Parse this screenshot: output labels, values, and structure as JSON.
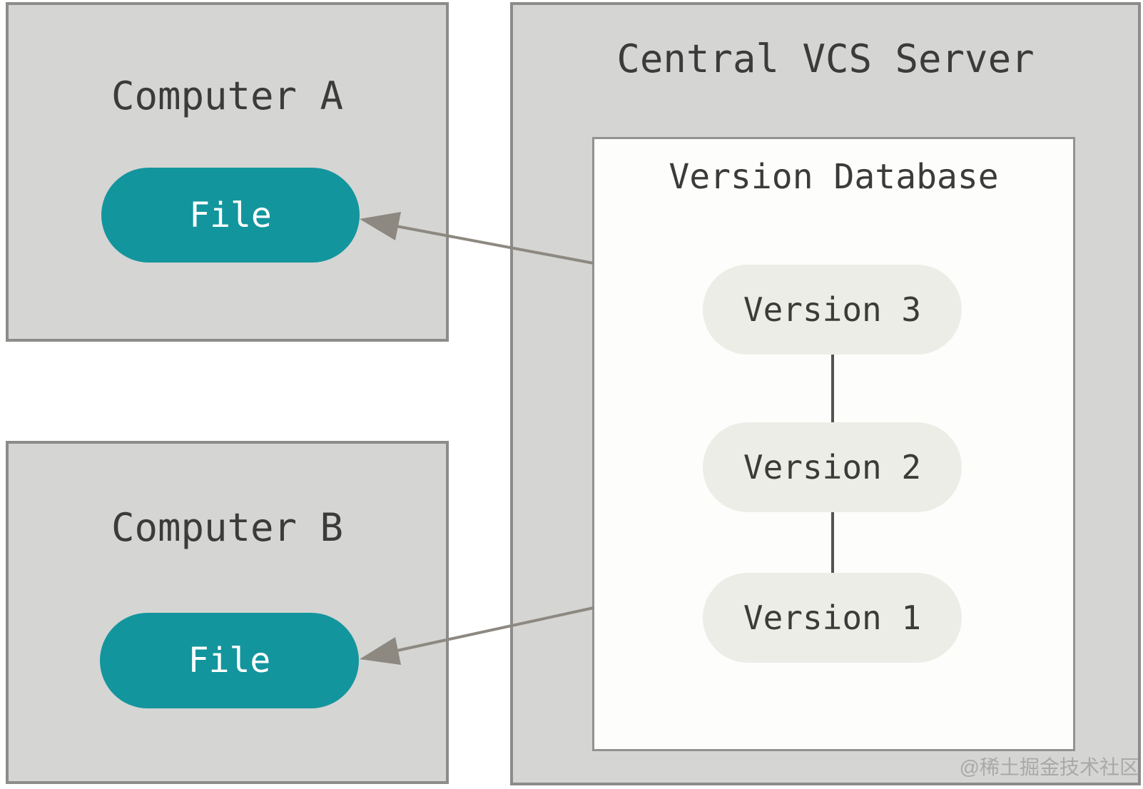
{
  "diagram": {
    "computer_a": {
      "title": "Computer A",
      "file_label": "File"
    },
    "computer_b": {
      "title": "Computer B",
      "file_label": "File"
    },
    "central_server": {
      "title": "Central VCS Server"
    },
    "version_database": {
      "title": "Version Database",
      "versions": [
        {
          "label": "Version 3"
        },
        {
          "label": "Version 2"
        },
        {
          "label": "Version 1"
        }
      ]
    },
    "watermark": "@稀土掘金技术社区",
    "colors": {
      "box_fill": "#d5d5d3",
      "box_border": "#8c8c8a",
      "file_pill_fill": "#13959d",
      "file_pill_text": "#ffffff",
      "version_pill_fill": "#ecede6",
      "dark_text": "#3b3b39",
      "db_box_fill": "#fdfdfc",
      "arrow": "#8d8981",
      "connector": "#55534f",
      "watermark_text": "#a9a9a9"
    }
  }
}
